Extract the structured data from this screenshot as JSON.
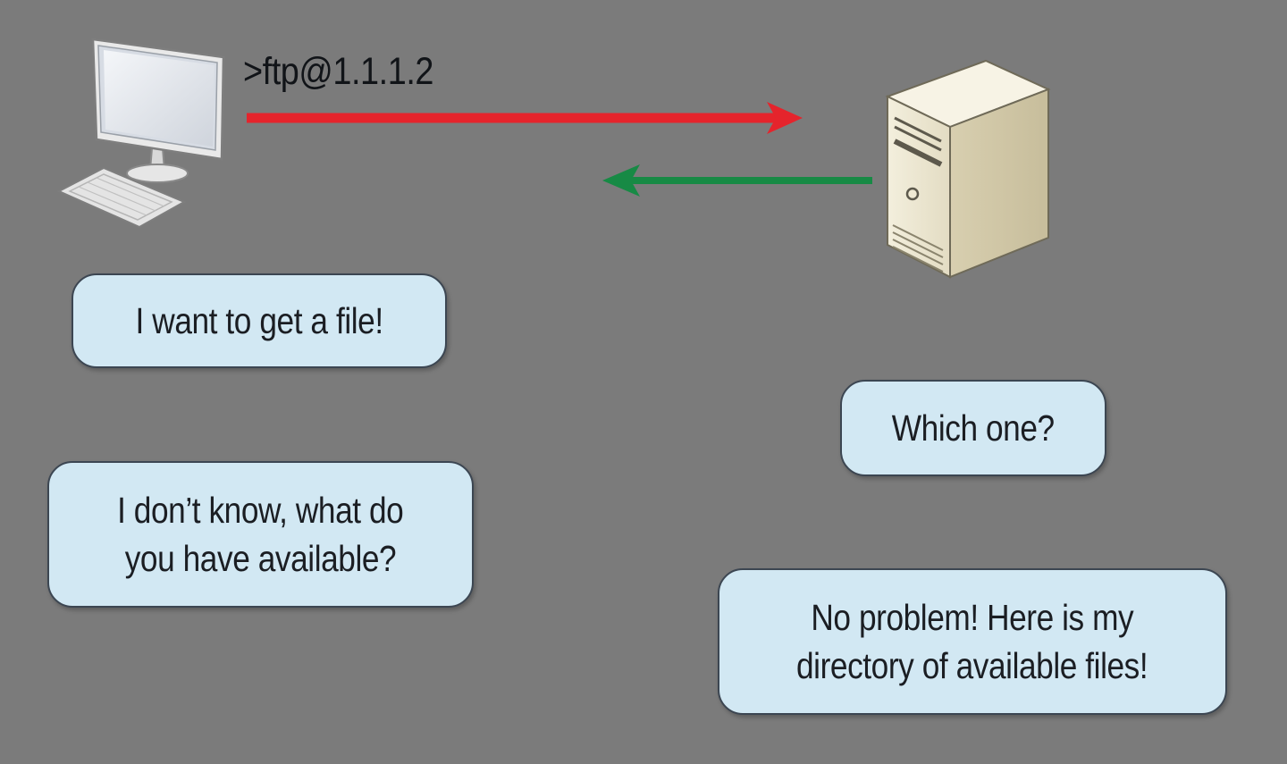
{
  "command_label": ">ftp@1.1.1.2",
  "nodes": {
    "client": "client-computer-icon",
    "server": "server-tower-icon"
  },
  "arrows": {
    "request_color": "#e5242c",
    "response_color": "#178a45"
  },
  "colors": {
    "background": "#7b7b7b",
    "bubble_fill": "#d2e8f3",
    "bubble_border": "#3c4652"
  },
  "bubbles": {
    "client_1": [
      "I want to get a file!"
    ],
    "server_1": [
      "Which one?"
    ],
    "client_2": [
      "I don’t know, what do",
      "you have available?"
    ],
    "server_2": [
      "No problem! Here is my",
      "directory of available files!"
    ]
  }
}
